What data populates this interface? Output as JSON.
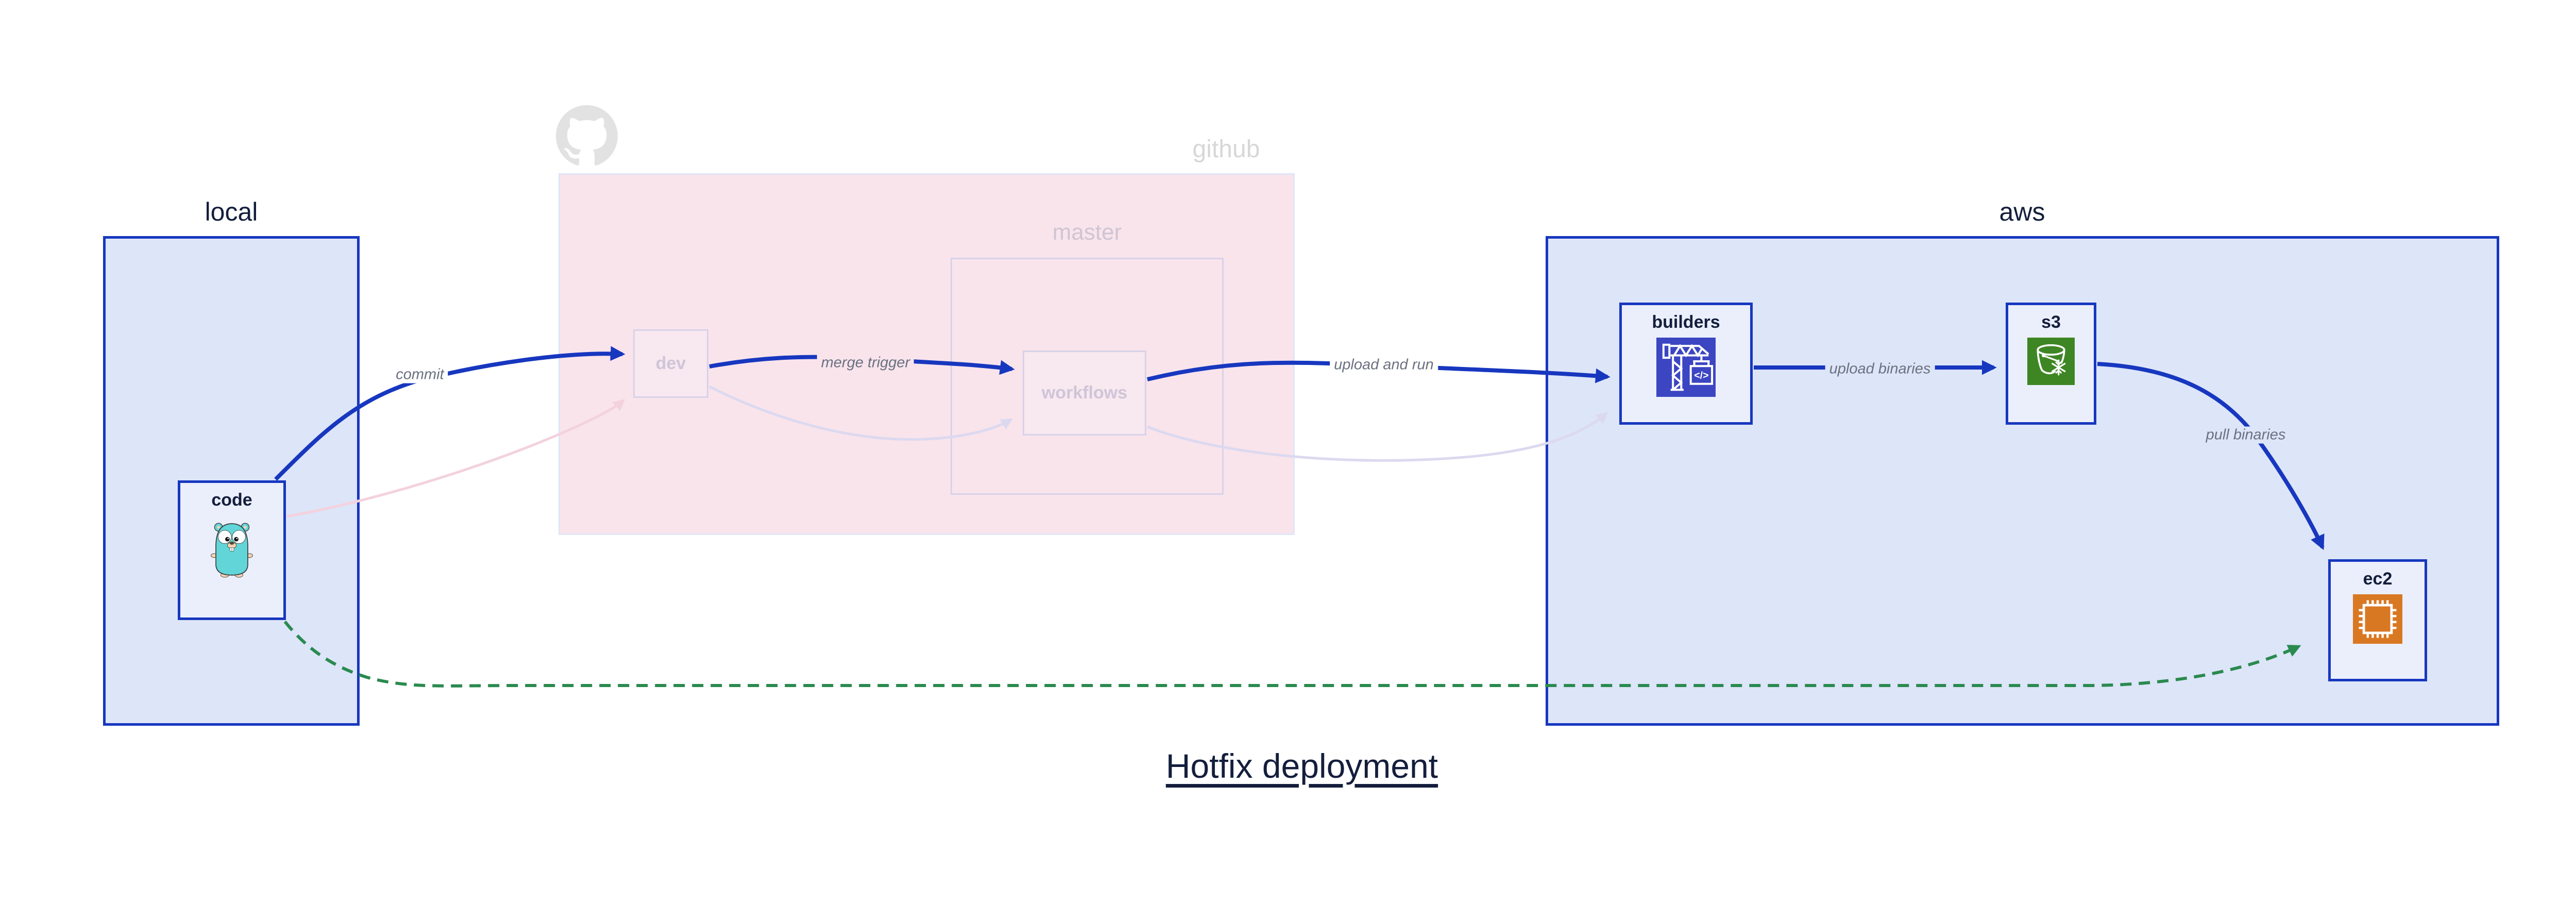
{
  "title": {
    "text": "Hotfix deployment"
  },
  "regions": {
    "local": {
      "label": "local"
    },
    "github": {
      "label": "github"
    },
    "master": {
      "label": "master"
    },
    "aws": {
      "label": "aws"
    }
  },
  "nodes": {
    "code": {
      "label": "code",
      "icon": "go-gopher-icon"
    },
    "dev": {
      "label": "dev"
    },
    "workflows": {
      "label": "workflows"
    },
    "builders": {
      "label": "builders",
      "icon": "codebuild-crane-icon"
    },
    "s3": {
      "label": "s3",
      "icon": "s3-bucket-snowflake-icon"
    },
    "ec2": {
      "label": "ec2",
      "icon": "ec2-chip-icon"
    }
  },
  "edges": [
    {
      "id": "commit",
      "from": "code",
      "to": "dev",
      "label": "commit",
      "style": "solid-blue"
    },
    {
      "id": "merge-trigger",
      "from": "dev",
      "to": "workflows",
      "label": "merge trigger",
      "style": "solid-blue"
    },
    {
      "id": "upload-and-run",
      "from": "workflows",
      "to": "builders",
      "label": "upload and run",
      "style": "solid-blue"
    },
    {
      "id": "upload-binaries",
      "from": "builders",
      "to": "s3",
      "label": "upload binaries",
      "style": "solid-blue"
    },
    {
      "id": "pull-binaries",
      "from": "s3",
      "to": "ec2",
      "label": "pull binaries",
      "style": "solid-blue"
    },
    {
      "id": "hotfix-path",
      "from": "code",
      "to": "ec2",
      "label": "",
      "style": "dashed-green"
    },
    {
      "id": "faded-commit",
      "from": "code",
      "to": "dev",
      "label": "",
      "style": "faded-pink"
    },
    {
      "id": "faded-merge",
      "from": "dev",
      "to": "workflows",
      "label": "",
      "style": "faded-lavender"
    },
    {
      "id": "faded-upload",
      "from": "workflows",
      "to": "builders",
      "label": "",
      "style": "faded-lavender"
    }
  ],
  "icons": {
    "codebuild_glyph": "</>"
  },
  "colors": {
    "blue": "#1737bf",
    "regionFill": "#dde5f8",
    "nodeFill": "#ebeffc",
    "pinkFill": "#f9e4ec",
    "fadedNodeFill": "#f8e8ef",
    "pinkBorder": "#e0e6f6",
    "fadedBorder": "#d8d2e9",
    "fadedPinkText": "#cfc5d2",
    "fadedLavText": "#cfc5d8",
    "navy": "#141e3c",
    "grayLabel": "#6a7180",
    "green": "#2a8a4f",
    "githubGray": "#e2e2e2",
    "githubText": "#d7d7d9",
    "pinkArrow": "#f3d2dd",
    "lavArrow": "#dcd9ef",
    "codebuildBg": "#3c45c2",
    "s3Bg": "#3e8624",
    "ec2Bg": "#d97823",
    "gopherBody": "#62d5d8"
  }
}
